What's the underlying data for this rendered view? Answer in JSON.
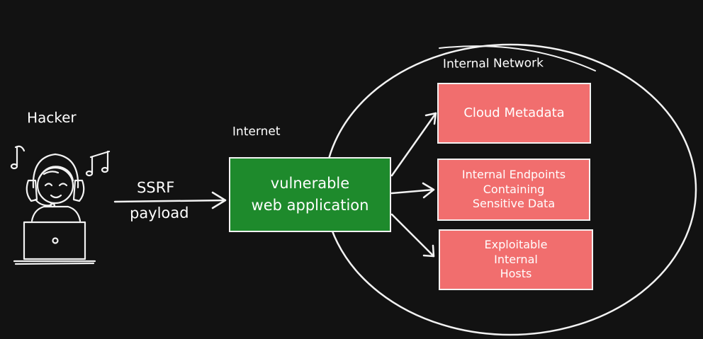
{
  "labels": {
    "hacker": "Hacker",
    "internet": "Internet",
    "internal_network": "Internal Network",
    "payload_line1": "SSRF",
    "payload_line2": "payload"
  },
  "app_box": {
    "line1": "vulnerable",
    "line2": "web application",
    "color": "#1e8a2c"
  },
  "targets": [
    {
      "lines": [
        "Cloud Metadata"
      ]
    },
    {
      "lines": [
        "Internal Endpoints",
        "Containing",
        "Sensitive Data"
      ]
    },
    {
      "lines": [
        "Exploitable",
        "Internal",
        "Hosts"
      ]
    }
  ],
  "colors": {
    "background": "#121212",
    "stroke": "#f2f2f2",
    "target_fill": "#f16e6e"
  }
}
